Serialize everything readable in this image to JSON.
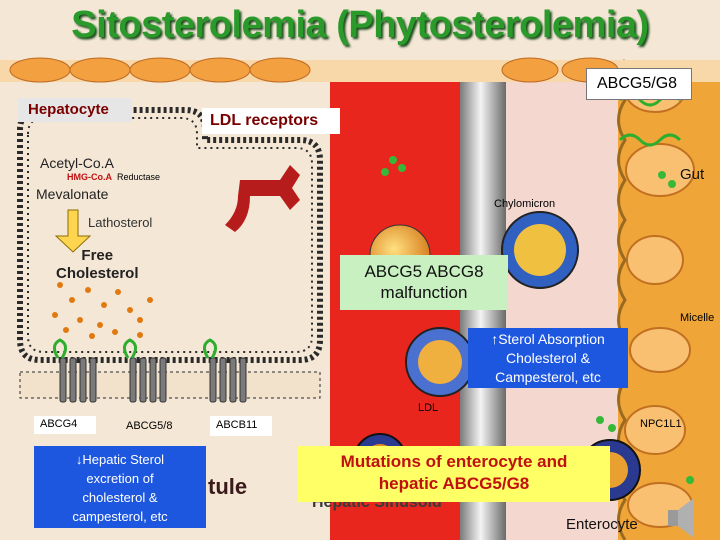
{
  "title": "Sitosterolemia (Phytosterolemia)",
  "labels": {
    "abcg5g8_top": "ABCG5/G8",
    "hepatocyte": "Hepatocyte",
    "ldl_receptors": "LDL receptors",
    "acetyl_coa": "Acetyl-Co.A",
    "hmg_prefix": "HMG-Co.A",
    "hmg_suffix": " Reductase",
    "mevalonate": "Mevalonate",
    "gut": "Gut",
    "chylomicron": "Chylomicron",
    "lathosterol": "Lathosterol",
    "free_cholesterol": "Free\nCholesterol",
    "malfunction": "ABCG5 ABCG8\nmalfunction",
    "micelle": "Micelle",
    "absorption": "↑Sterol Absorption\nCholesterol &\nCampesterol, etc",
    "ldl": "LDL",
    "abcg4": "ABCG4",
    "abcg58": "ABCG5/8",
    "abcb11": "ABCB11",
    "npc1l1": "NPC1L1",
    "hepatic_excretion": "↓Hepatic Sterol\nexcretion of\ncholesterol &\ncampesterol, etc",
    "mutations": "Mutations of enterocyte and\nhepatic ABCG5/G8",
    "canaliculus_partial": "tule",
    "sinusoid": "Hepatic Sinusoid",
    "enterocyte": "Enterocyte"
  },
  "colors": {
    "title_green": "#2a9a2a",
    "sinusoid_red": "#e8261e",
    "hepatocyte_bg": "#f4e7d6",
    "enterocyte_orange": "#f0a538",
    "blue_box": "#1d57e0",
    "green_box": "#c8f0c0",
    "mutation_red": "#c01010"
  }
}
